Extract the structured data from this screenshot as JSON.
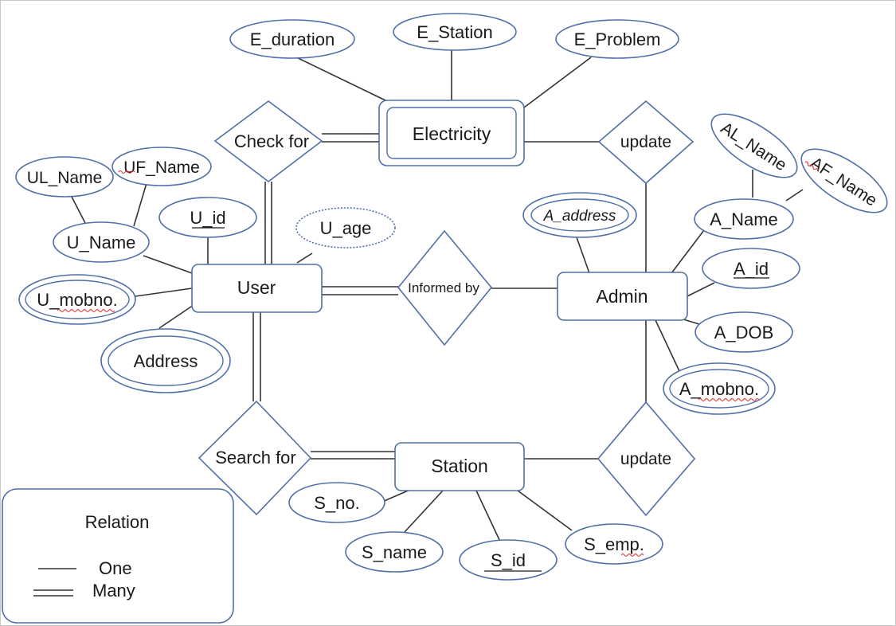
{
  "entities": {
    "electricity": "Electricity",
    "user": "User",
    "admin": "Admin",
    "station": "Station"
  },
  "relationships": {
    "check_for": "Check for",
    "update_top": "update",
    "informed_by": "Informed by",
    "search_for": "Search for",
    "update_bottom": "update"
  },
  "attributes": {
    "e_duration": "E_duration",
    "e_station": "E_Station",
    "e_problem": "E_Problem",
    "ul_name": "UL_Name",
    "uf_name": "UF_Name",
    "u_id": "U_id",
    "u_age": "U_age",
    "u_name": "U_Name",
    "u_mobno": "U_mobno.",
    "address": "Address",
    "a_address": "A_address",
    "al_name": "AL_Name",
    "af_name": "AF_Name",
    "a_name": "A_Name",
    "a_id": "A_id",
    "a_dob": "A_DOB",
    "a_mobno": "A_mobno.",
    "s_no": "S_no.",
    "s_name": "S_name",
    "s_id": "S_id",
    "s_emp": "S_emp."
  },
  "legend": {
    "title": "Relation",
    "one": "One",
    "many": "Many"
  },
  "colors": {
    "shape_stroke": "#4f6fa8",
    "connector": "#333333"
  }
}
